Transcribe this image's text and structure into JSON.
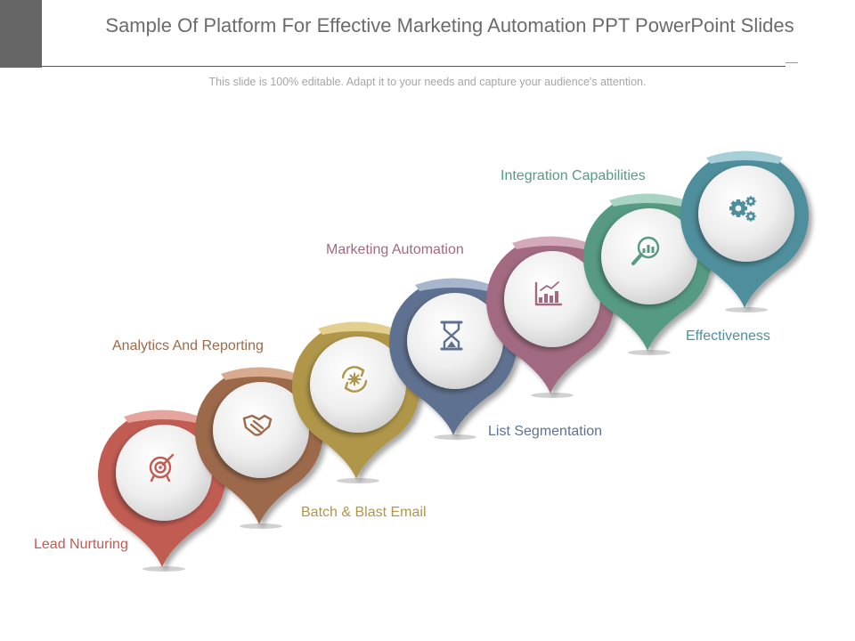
{
  "slide": {
    "title": "Sample Of Platform For Effective Marketing Automation PPT PowerPoint Slides",
    "subtitle": "This slide is 100% editable. Adapt it to your needs and capture your audience's attention."
  },
  "steps": [
    {
      "label": "Lead Nurturing",
      "color": "#c15c52",
      "cap": "#e5a59c",
      "icon": "target-icon"
    },
    {
      "label": "Analytics And Reporting",
      "color": "#9c6a4c",
      "cap": "#d8aa8e",
      "icon": "handshake-icon"
    },
    {
      "label": "Batch & Blast Email",
      "color": "#b0964a",
      "cap": "#e2cf8d",
      "icon": "refresh-gear-icon"
    },
    {
      "label": "List Segmentation",
      "color": "#5f7190",
      "cap": "#a8b6cd",
      "icon": "hourglass-icon"
    },
    {
      "label": "Marketing Automation",
      "color": "#a16a82",
      "cap": "#d4a9bb",
      "icon": "bar-chart-icon"
    },
    {
      "label": "Integration Capabilities",
      "color": "#579a83",
      "cap": "#a9d3c2",
      "icon": "magnifier-chart-icon"
    },
    {
      "label": "Effectiveness",
      "color": "#4f8e9c",
      "cap": "#a7cfd7",
      "icon": "gears-icon"
    }
  ]
}
